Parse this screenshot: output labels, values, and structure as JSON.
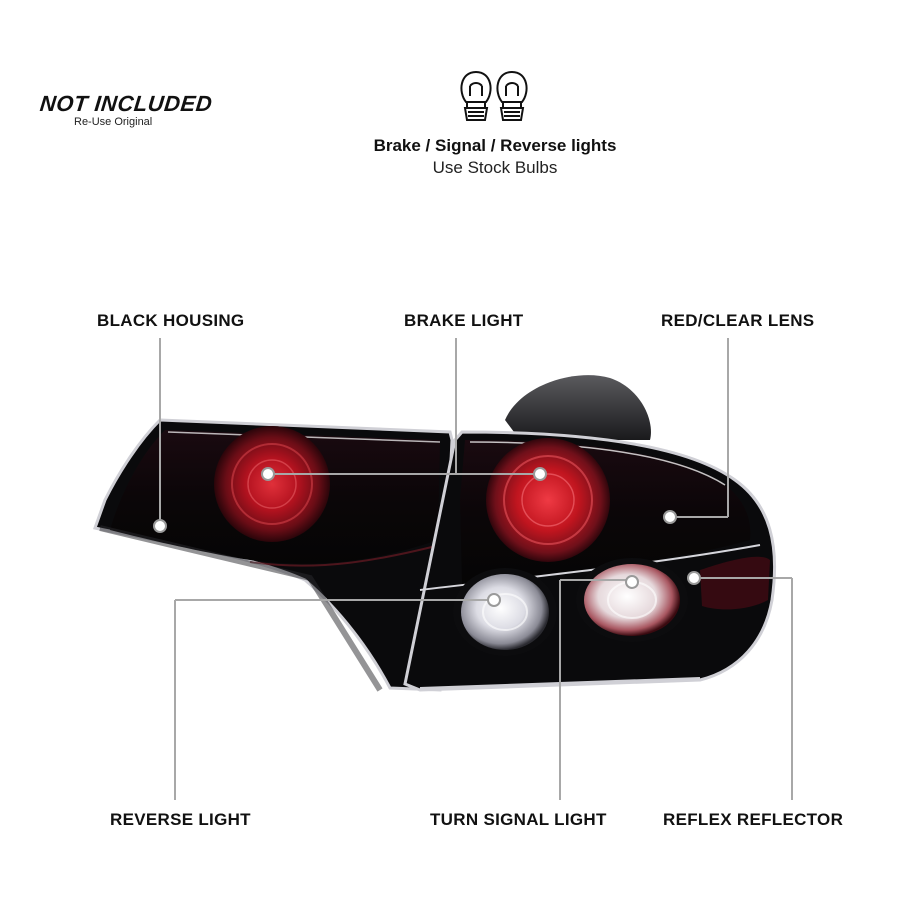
{
  "header": {
    "not_included": "NOT INCLUDED",
    "reuse_original": "Re-Use Original",
    "bulb_title": "Brake / Signal / Reverse lights",
    "bulb_subtitle": "Use Stock Bulbs"
  },
  "callouts": {
    "black_housing": "BLACK HOUSING",
    "brake_light": "BRAKE LIGHT",
    "red_clear_lens": "RED/CLEAR LENS",
    "reverse_light": "REVERSE LIGHT",
    "turn_signal_light": "TURN SIGNAL LIGHT",
    "reflex_reflector": "REFLEX REFLECTOR"
  },
  "icons": [
    "bulb-pair-icon"
  ],
  "colors": {
    "housing": "#0a0a0c",
    "lens_red": "#b3121f",
    "lens_dark_red": "#4a0a12",
    "chrome": "#d9d9de",
    "callout_line": "#9a9a9a"
  }
}
